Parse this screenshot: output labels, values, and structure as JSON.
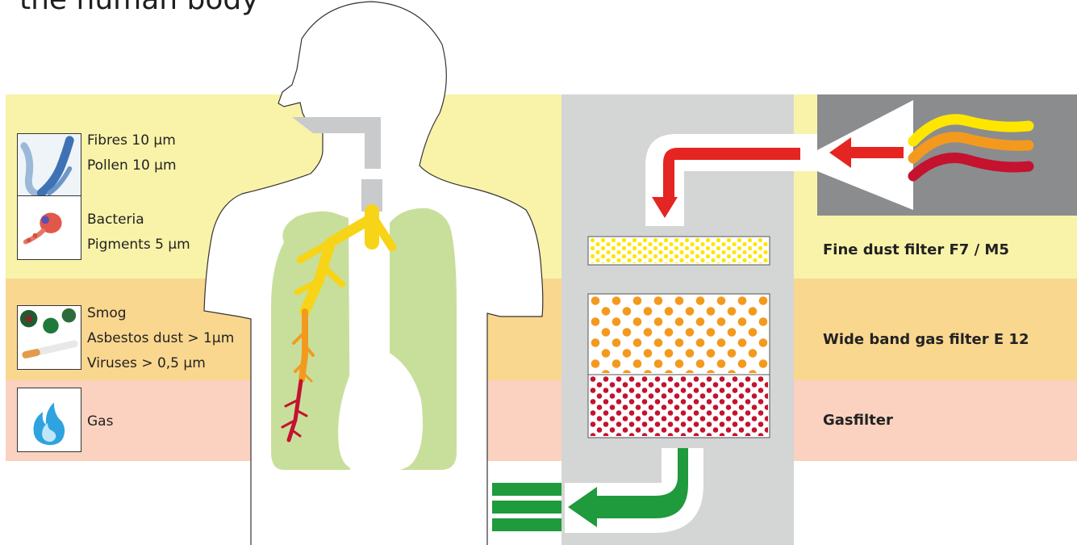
{
  "title": "the human body",
  "particles": [
    {
      "lines": [
        "Fibres 10 µm",
        "Pollen 10 µm"
      ],
      "icon": "fibres-icon"
    },
    {
      "lines": [
        "Bacteria",
        "Pigments 5 µm"
      ],
      "icon": "bacteria-icon"
    },
    {
      "lines": [
        "Smog",
        "Asbestos dust > 1µm",
        "Viruses > 0,5 µm"
      ],
      "icon": "smog-icon"
    },
    {
      "lines": [
        "Gas"
      ],
      "icon": "flame-icon"
    }
  ],
  "filters": {
    "fine_dust": "Fine dust filter F7 / M5",
    "wide_band": "Wide band gas filter E 12",
    "gas": "Gasfilter"
  },
  "colors": {
    "band_yellow": "#f9f3a9",
    "band_orange": "#fad78f",
    "band_red": "#fad2bf",
    "lung_green": "#c8df9b",
    "filter_column": "#d4d5d5",
    "fan_housing": "#8b8c8e",
    "airflow_red": "#e52521",
    "clean_air_green": "#1f9a3c",
    "dust_yellow": "#ffe600",
    "dust_orange": "#f39a1e",
    "dust_red": "#c4122f"
  }
}
